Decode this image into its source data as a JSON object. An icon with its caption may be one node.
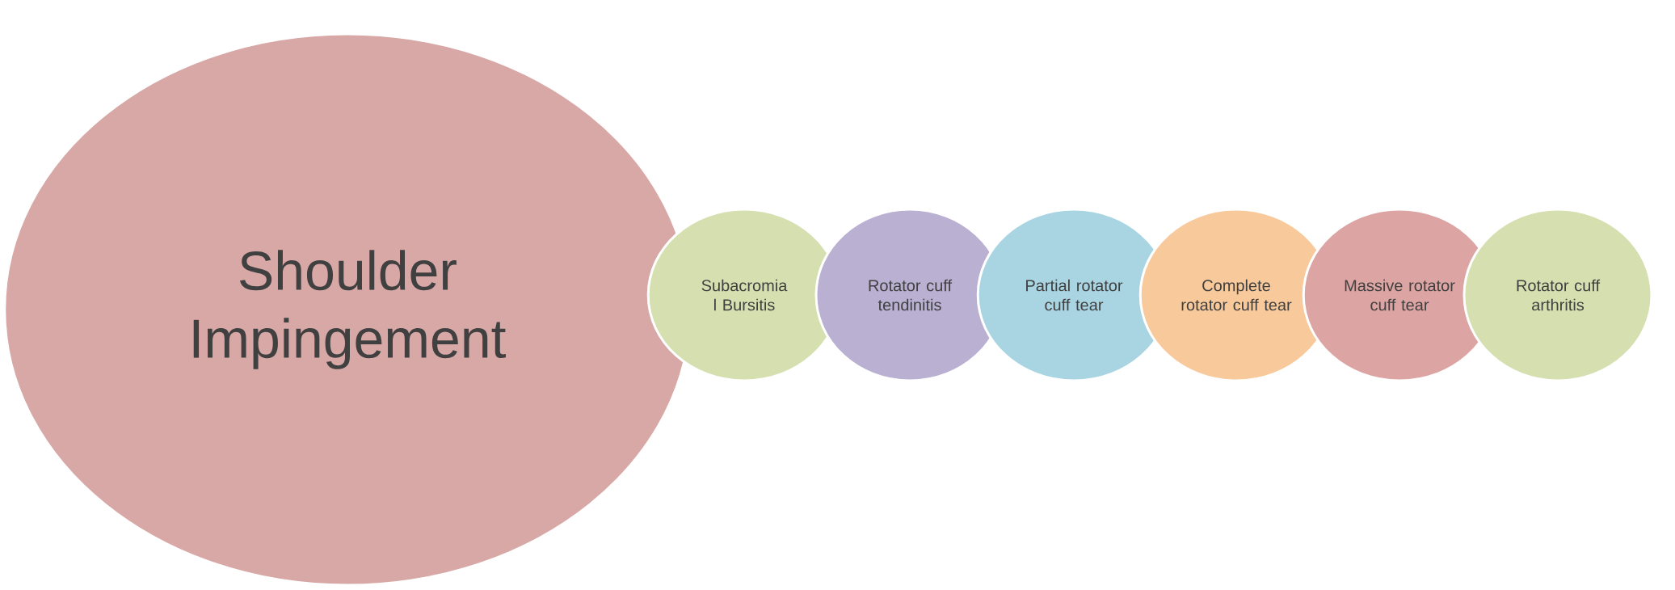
{
  "diagram": {
    "nodes": [
      {
        "text": [
          "Shoulder Impingement"
        ]
      },
      {
        "text": [
          "Subacromia l Bursitis"
        ]
      },
      {
        "text": [
          "Rotator cuff tendinitis"
        ]
      },
      {
        "text": [
          "Partial rotator cuff tear"
        ]
      },
      {
        "text": [
          "Complete rotator cuff tear"
        ]
      },
      {
        "text": [
          "Massive rotator cuff tear"
        ]
      },
      {
        "text": [
          "Rotator cuff arthritis"
        ]
      }
    ]
  }
}
